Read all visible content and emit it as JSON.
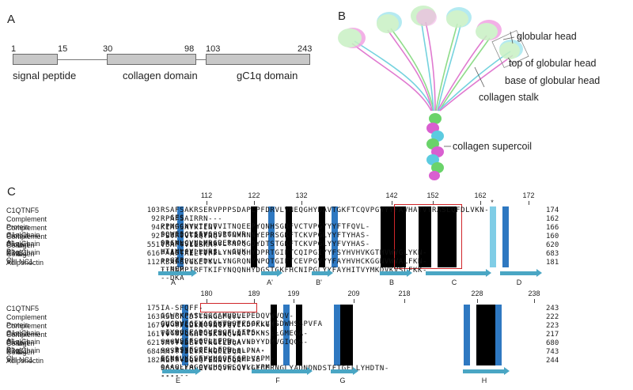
{
  "panels": {
    "a": "A",
    "b": "B",
    "c": "C"
  },
  "domain_map": {
    "ticks": [
      "1",
      "15",
      "30",
      "98",
      "103",
      "243"
    ],
    "domains": [
      "signal peptide",
      "collagen domain",
      "gC1q domain"
    ]
  },
  "structure_callouts": {
    "globular_head": "globular head",
    "top_head": "top of globular head",
    "base_head": "base of globular head",
    "stalk": "collagen stalk",
    "supercoil": "collagen supercoil"
  },
  "alignment": {
    "block1": {
      "positions": [
        "112",
        "122",
        "132",
        "142",
        "152",
        "162",
        "172"
      ],
      "star": "*",
      "rows": [
        {
          "name": "C1QTNF5",
          "start": "103",
          "seq": "RSAFSAKRSERVPPPSDAPLPFDRVLVNEQGHYDAVTGKFTCQVPGVYYFAVHATVYRASLQFDLVKN---GES",
          "end": "174"
        },
        {
          "name": "Complement Protein C1q|Chain A|",
          "start": "92",
          "seq": "RPAFSAIRRN---PPMGGNVVIFDTVITNQEEPYQNHSGRFVCTVPGYYYFTFQVL-SQWEICLSIVSSSRGQVR",
          "end": "162"
        },
        {
          "name": "Complement Protein C1q|Chain B|",
          "start": "94",
          "seq": "KIAFSATRTINV-PLRRDQTIRFDHVITNMNNNYEPRSGKFTCKVPGLYYFTYHAS-SRGNLCVNLMRGRERAQK",
          "end": "166"
        },
        {
          "name": "Complement Protein C1q|Chain C|",
          "start": "92",
          "seq": "-SVFTVTRQTHQ-PPAPNSLIRFNAVLTNPQGDYDTSTGKFTCKVPGLYYFVYHAS-HTANLCVLLYRS---GVK",
          "end": "160"
        },
        {
          "name": "Collagen X NC1",
          "start": "551",
          "seq": "VSAFTVILSKAY--PAIGTPIPFDKILYNRQQHYDPRTGIFTCQIPGIYYFSYHVHVKGTHVWVGLYKN---GTP",
          "end": "620"
        },
        {
          "name": "Collagen VIII NC1",
          "start": "616",
          "seq": "--AFTAELTVPF--PPVGAPVKFDKLLYNGRQNYNPQTGIFTCEVPGVYYFAYHVHCKGGNVWVALFKN---NEP",
          "end": "683"
        },
        {
          "name": "Adiponectin",
          "start": "112",
          "seq": "RSAFSVGLETYV--TIPNMPIRFTKIFYNQQNHYDGSTGKFHCNIPGLYYFAYHITVYMKDVKVSLFKK---DKA",
          "end": "181"
        }
      ],
      "strands": [
        "A",
        "A'",
        "B'",
        "B",
        "C",
        "D"
      ]
    },
    "block2": {
      "positions": [
        "180",
        "189",
        "199",
        "209",
        "218",
        "228",
        "238"
      ],
      "rows": [
        {
          "name": "C1QTNF5",
          "start": "175",
          "seq": "IA-SFQFF-GGWPKPASLSGGAMVRLEPEDQVWVQV-GVGDYIGIYASIKTDSTFSGFLVYSDWHSSPVFA",
          "end": "243"
        },
        {
          "name": "Complement Protein C1q|Chain A|",
          "start": "163",
          "seq": "RSLGFCDTTNKGLFQVV--SGGMVLQLQQGDQVWVEKDPKKGH--IYQGSEADSVFSGFLIFPS--------",
          "end": "222"
        },
        {
          "name": "Complement Protein C1q|Chain B|",
          "start": "167",
          "seq": "VV-TFCDYA-YNTFQVT--TGGMVLKLEQGENVFLQATDKNSLLGMEGA----NSIFSGFLLFPD-------",
          "end": "223"
        },
        {
          "name": "Complement Protein C1q|Chain C|",
          "start": "161",
          "seq": "VV-TFCGHT-SKTNQVN--SGGVLLRLQVGEEVWLAVNDYYDMVGIQGS----DSVFSGFLLFPD-------",
          "end": "217"
        },
        {
          "name": "Collagen X NC1",
          "start": "621",
          "seq": "VMYTYDEYT-KGYLDQA--SGSAIIDLTENDQVWLQLPNA-ESNGLYSSEYVHSSFSGFLVAPM-------",
          "end": "680"
        },
        {
          "name": "Collagen VIII NC1",
          "start": "684",
          "seq": "MMYTYDEYK-KGFLDQA--SGSAVLLLRPGDQVFLQMPSE-QAAGLYAGQYVHSSFSGYLLYPM-------",
          "end": "743"
        },
        {
          "name": "Adiponectin",
          "start": "182",
          "seq": "MLFTYDQYQ-ENNVDQA--SGSVLLHLEVGDQVWLQVYGEGERNGLYADNDNDSTFTGFLLYHDTN-----",
          "end": "244"
        }
      ],
      "strands": [
        "E",
        "F",
        "G",
        "H"
      ]
    }
  },
  "colors": {
    "conserved": "#000000",
    "similar": "#2e78c1",
    "partial": "#7fcde6",
    "highlight_box": "#d0262a",
    "strand_arrow": "#4aa6c4",
    "pink_residue": "#c2187b"
  }
}
